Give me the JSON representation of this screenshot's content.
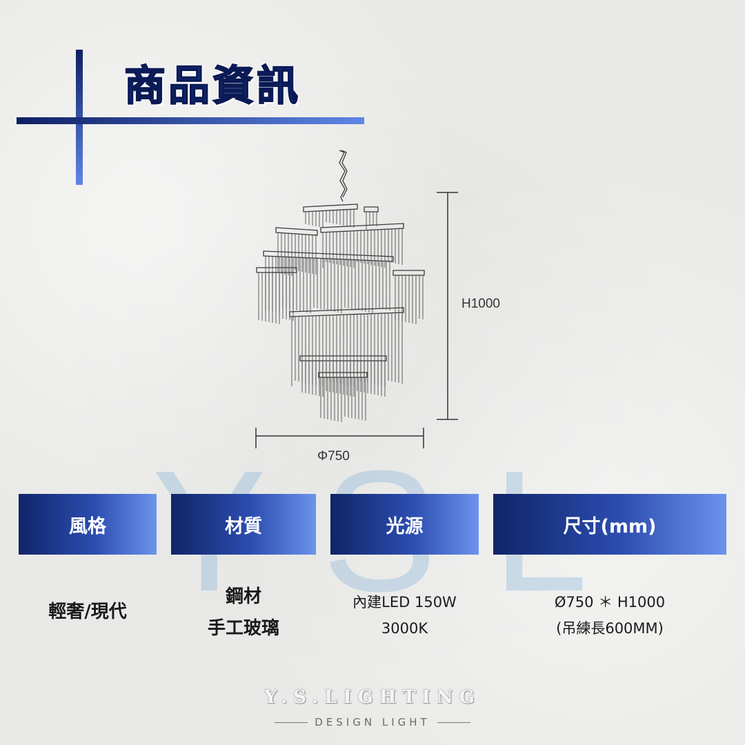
{
  "title": "商品資訊",
  "diagram": {
    "height_label": "H1000",
    "width_label": "Φ750"
  },
  "watermark": "YSL",
  "table": {
    "headers": [
      "風格",
      "材質",
      "光源",
      "尺寸(mm)"
    ],
    "style": [
      "輕奢/現代"
    ],
    "material": [
      "鋼材",
      "手工玻璃"
    ],
    "light": [
      "內建LED 150W",
      "3000K"
    ],
    "size": [
      "Ø750 ＊ H1000",
      "(吊練長600MM)"
    ]
  },
  "brand": {
    "name": "Y.S.LIGHTING",
    "tagline": "DESIGN LIGHT"
  },
  "colors": {
    "accent_dark": "#102468",
    "accent_light": "#6c93ec"
  }
}
